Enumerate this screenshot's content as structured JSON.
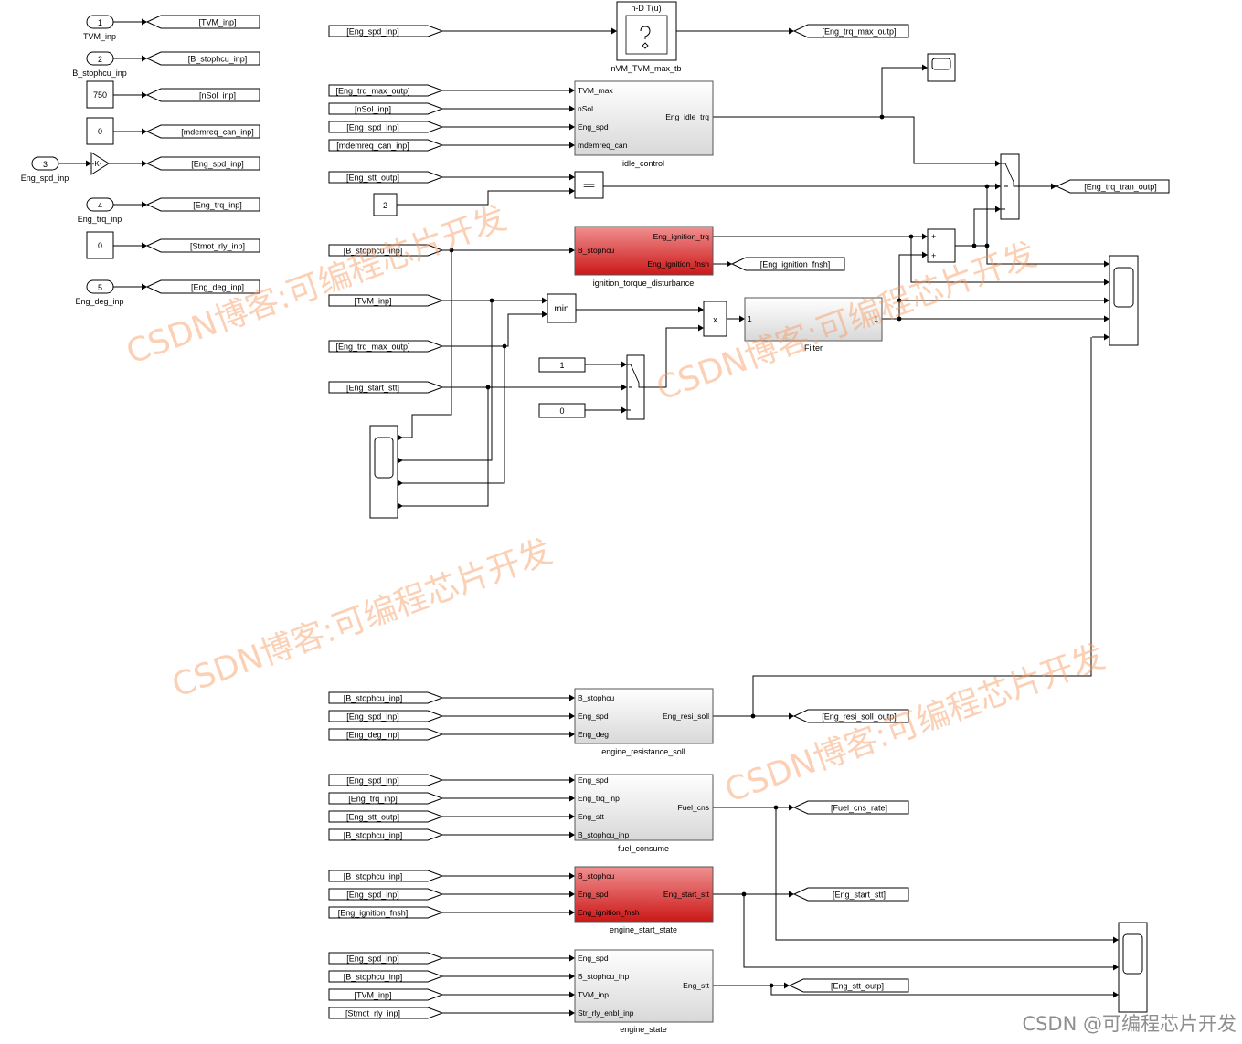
{
  "colors": {
    "line": "#000000",
    "block_fill": "#ffffff",
    "highlight_top": "#f09090",
    "highlight_bottom": "#cc1818",
    "watermark": "#f7965a"
  },
  "inports": [
    {
      "num": "1",
      "name": "TVM_inp"
    },
    {
      "num": "2",
      "name": "B_stophcu_inp"
    },
    {
      "num": "3",
      "name": "Eng_spd_inp"
    },
    {
      "num": "4",
      "name": "Eng_trq_inp"
    },
    {
      "num": "5",
      "name": "Eng_deg_inp"
    }
  ],
  "constants": {
    "nsol": "750",
    "mdemreq": "0",
    "stmot": "0",
    "stt_cmp": "2",
    "sw_one": "1",
    "sw_zero": "0"
  },
  "gain_label": "-K-",
  "goto_tags": {
    "tvm": "[TVM_inp]",
    "bstop": "[B_stophcu_inp]",
    "nsol": "[nSol_inp]",
    "mdem": "[mdemreq_can_inp]",
    "spd": "[Eng_spd_inp]",
    "trq": "[Eng_trq_inp]",
    "stmot": "[Stmot_rly_inp]",
    "deg": "[Eng_deg_inp]",
    "trq_max": "[Eng_trq_max_outp]",
    "tran": "[Eng_trq_tran_outp]",
    "ign_fnsh": "[Eng_ignition_fnsh]",
    "resi": "[Eng_resi_soll_outp]",
    "fuel": "[Fuel_cns_rate]",
    "start": "[Eng_start_stt]",
    "stt": "[Eng_stt_outp]"
  },
  "from_tags": {
    "spd": "[Eng_spd_inp]",
    "trq_max": "[Eng_trq_max_outp]",
    "nsol": "[nSol_inp]",
    "mdem": "[mdemreq_can_inp]",
    "stt": "[Eng_stt_outp]",
    "bstop": "[B_stophcu_inp]",
    "tvm": "[TVM_inp]",
    "start": "[Eng_start_stt]",
    "deg": "[Eng_deg_inp]",
    "trq": "[Eng_trq_inp]",
    "ign": "[Eng_ignition_fnsh]",
    "stmot": "[Stmot_rly_inp]"
  },
  "blocks": {
    "lookup": {
      "header": "n-D T(u)",
      "name": "nVM_TVM_max_tb"
    },
    "idle": {
      "name": "idle_control",
      "in": [
        "TVM_max",
        "nSol",
        "Eng_spd",
        "mdemreq_can"
      ],
      "out": "Eng_idle_trq"
    },
    "ign": {
      "name": "ignition_torque_disturbance",
      "in": "B_stophcu",
      "out1": "Eng_ignition_trq",
      "out2": "Eng_ignition_fnsh"
    },
    "filter": {
      "name": "Filter",
      "in": "1",
      "out": "1"
    },
    "resi": {
      "name": "engine_resistance_soll",
      "in": [
        "B_stophcu",
        "Eng_spd",
        "Eng_deg"
      ],
      "out": "Eng_resi_soll"
    },
    "fuel": {
      "name": "fuel_consume",
      "in": [
        "Eng_spd",
        "Eng_trq_inp",
        "Eng_stt",
        "B_stophcu_inp"
      ],
      "out": "Fuel_cns"
    },
    "start": {
      "name": "engine_start_state",
      "in": [
        "B_stophcu",
        "Eng_spd",
        "Eng_ignition_fnsh"
      ],
      "out": "Eng_start_stt"
    },
    "state": {
      "name": "engine_state",
      "in": [
        "Eng_spd",
        "B_stophcu_inp",
        "TVM_inp",
        "Str_rly_enbl_inp"
      ],
      "out": "Eng_stt"
    }
  },
  "ops": {
    "eq": "==",
    "min": "min",
    "mul": "x",
    "plus": "+"
  },
  "watermark": "CSDN博客:可编程芯片开发",
  "footer": "CSDN @可编程芯片开发"
}
